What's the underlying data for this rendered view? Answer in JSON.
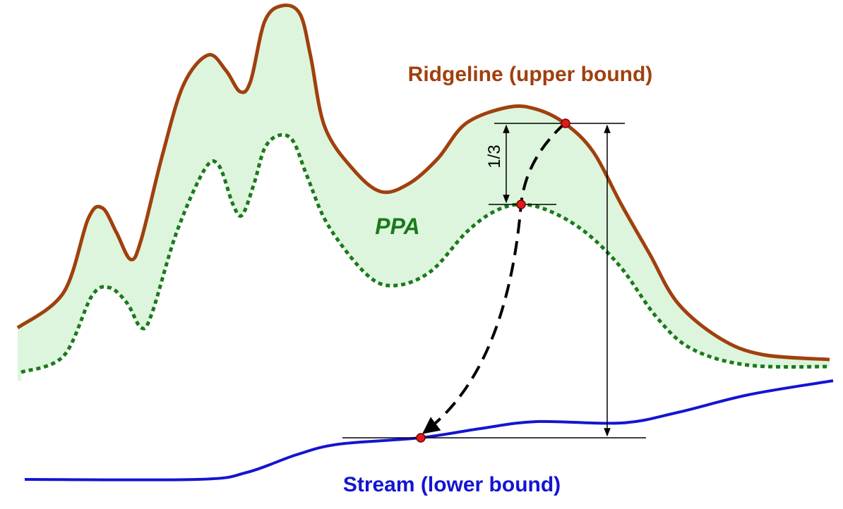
{
  "labels": {
    "ridgeline": "Ridgeline (upper bound)",
    "ppa": "PPA",
    "stream": "Stream (lower bound)",
    "fraction": "1/3"
  },
  "colors": {
    "ridgeline": "#a0400e",
    "ppa": "#1a7a1a",
    "ppa_fill": "#ddf5dd",
    "stream": "#1414d2",
    "point": "#e01b1b",
    "guide": "#000000"
  }
}
